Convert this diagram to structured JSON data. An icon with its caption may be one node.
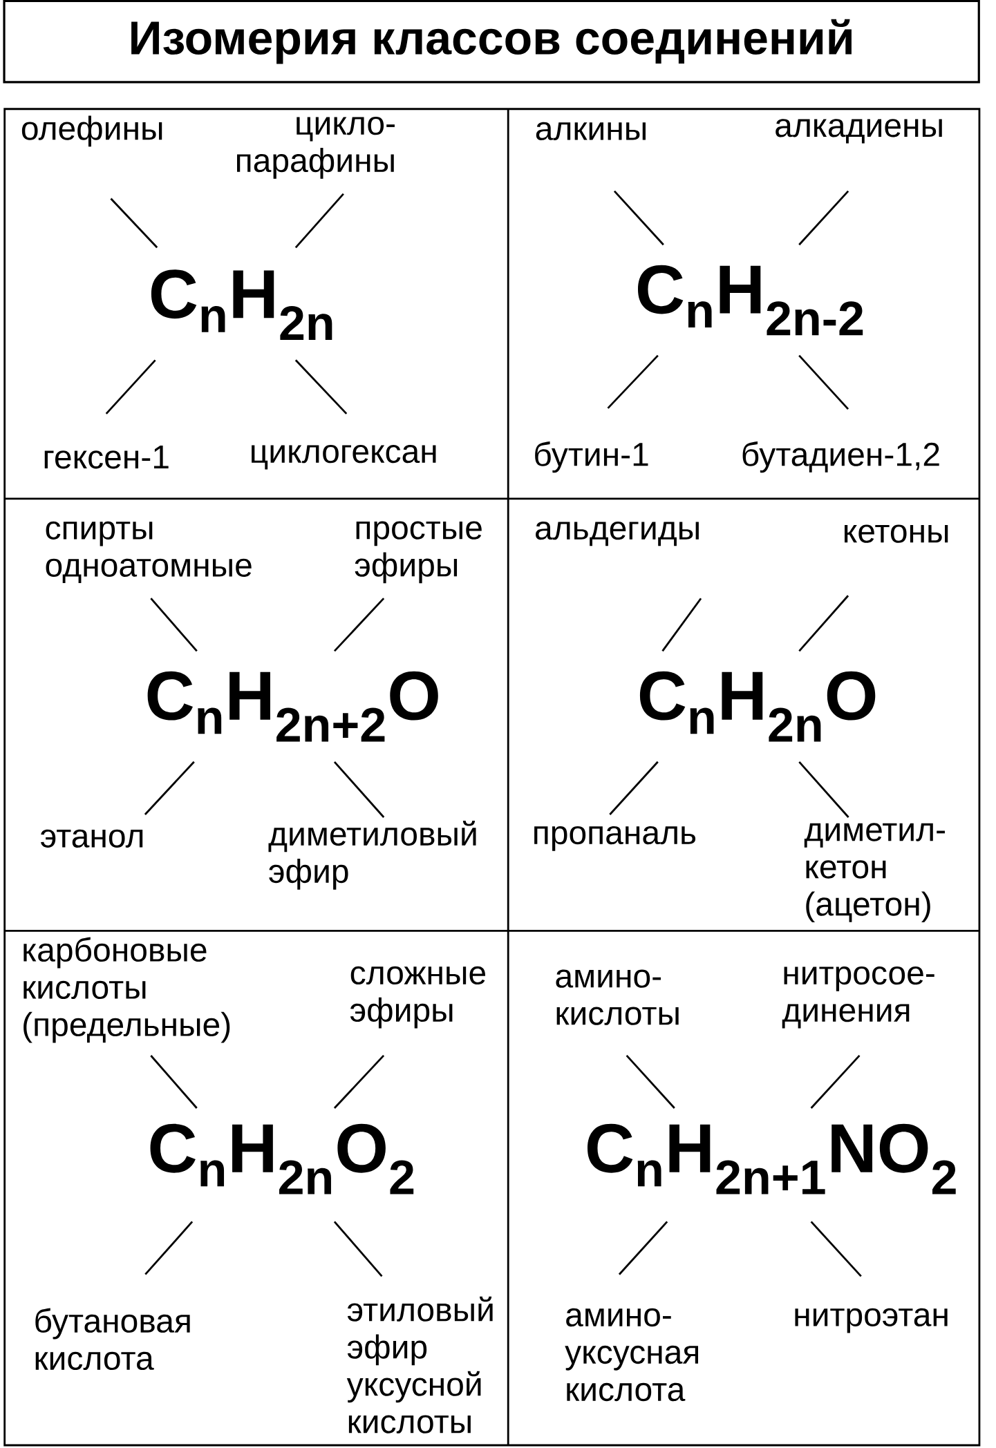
{
  "diagram": {
    "title": "Изомерия классов соединений",
    "nodes": [
      {
        "text": [
          "олефины"
        ]
      },
      {
        "text": [
          "цикло- парафины"
        ]
      },
      {
        "text": [
          "C$_{n}$H$_{2n}$"
        ]
      },
      {
        "text": [
          "гексен-1"
        ]
      },
      {
        "text": [
          "циклогексан"
        ]
      },
      {
        "text": [
          "алкины"
        ]
      },
      {
        "text": [
          "алкадиены"
        ]
      },
      {
        "text": [
          "C$_{n}$H$_{2n-2}$"
        ]
      },
      {
        "text": [
          "бутин-1"
        ]
      },
      {
        "text": [
          "бутадиен-1,2"
        ]
      },
      {
        "text": [
          "спирты одноатомные"
        ]
      },
      {
        "text": [
          "простые эфиры"
        ]
      },
      {
        "text": [
          "C$_{n}$H$_{2n+2}$O"
        ]
      },
      {
        "text": [
          "этанол"
        ]
      },
      {
        "text": [
          "диметиловый эфир"
        ]
      },
      {
        "text": [
          "альдегиды"
        ]
      },
      {
        "text": [
          "кетоны"
        ]
      },
      {
        "text": [
          "C$_{n}$H$_{2n}$O"
        ]
      },
      {
        "text": [
          "пропаналь"
        ]
      },
      {
        "text": [
          "диметил- кетон (ацетон)"
        ]
      },
      {
        "text": [
          "карбоновые кислоты (предельные)"
        ]
      },
      {
        "text": [
          "сложные эфиры"
        ]
      },
      {
        "text": [
          "C$_{n}$H$_{2n}$O$_{2}$"
        ]
      },
      {
        "text": [
          "бутановая кислота"
        ]
      },
      {
        "text": [
          "этиловый эфир уксусной кислоты"
        ]
      },
      {
        "text": [
          "амино- кислоты"
        ]
      },
      {
        "text": [
          "нитросое- динения"
        ]
      },
      {
        "text": [
          "C$_{n}$H$_{2n+1}$NO$_{2}$"
        ]
      },
      {
        "text": [
          "амино- уксусная кислота"
        ]
      },
      {
        "text": [
          "нитроэтан"
        ]
      }
    ],
    "edges": [
      {
        "from": 2,
        "to": 0,
        "arrow": "none"
      },
      {
        "from": 2,
        "to": 1,
        "arrow": "none"
      },
      {
        "from": 2,
        "to": 3,
        "arrow": "none"
      },
      {
        "from": 2,
        "to": 4,
        "arrow": "none"
      },
      {
        "from": 7,
        "to": 5,
        "arrow": "none"
      },
      {
        "from": 7,
        "to": 6,
        "arrow": "none"
      },
      {
        "from": 7,
        "to": 8,
        "arrow": "none"
      },
      {
        "from": 7,
        "to": 9,
        "arrow": "none"
      },
      {
        "from": 12,
        "to": 10,
        "arrow": "none"
      },
      {
        "from": 12,
        "to": 11,
        "arrow": "none"
      },
      {
        "from": 12,
        "to": 13,
        "arrow": "none"
      },
      {
        "from": 12,
        "to": 14,
        "arrow": "none"
      },
      {
        "from": 17,
        "to": 15,
        "arrow": "none"
      },
      {
        "from": 17,
        "to": 16,
        "arrow": "none"
      },
      {
        "from": 17,
        "to": 18,
        "arrow": "none"
      },
      {
        "from": 17,
        "to": 19,
        "arrow": "none"
      },
      {
        "from": 22,
        "to": 20,
        "arrow": "none"
      },
      {
        "from": 22,
        "to": 21,
        "arrow": "none"
      },
      {
        "from": 22,
        "to": 23,
        "arrow": "none"
      },
      {
        "from": 22,
        "to": 24,
        "arrow": "none"
      },
      {
        "from": 27,
        "to": 25,
        "arrow": "none"
      },
      {
        "from": 27,
        "to": 26,
        "arrow": "none"
      },
      {
        "from": 27,
        "to": 28,
        "arrow": "none"
      },
      {
        "from": 27,
        "to": 29,
        "arrow": "none"
      }
    ]
  }
}
